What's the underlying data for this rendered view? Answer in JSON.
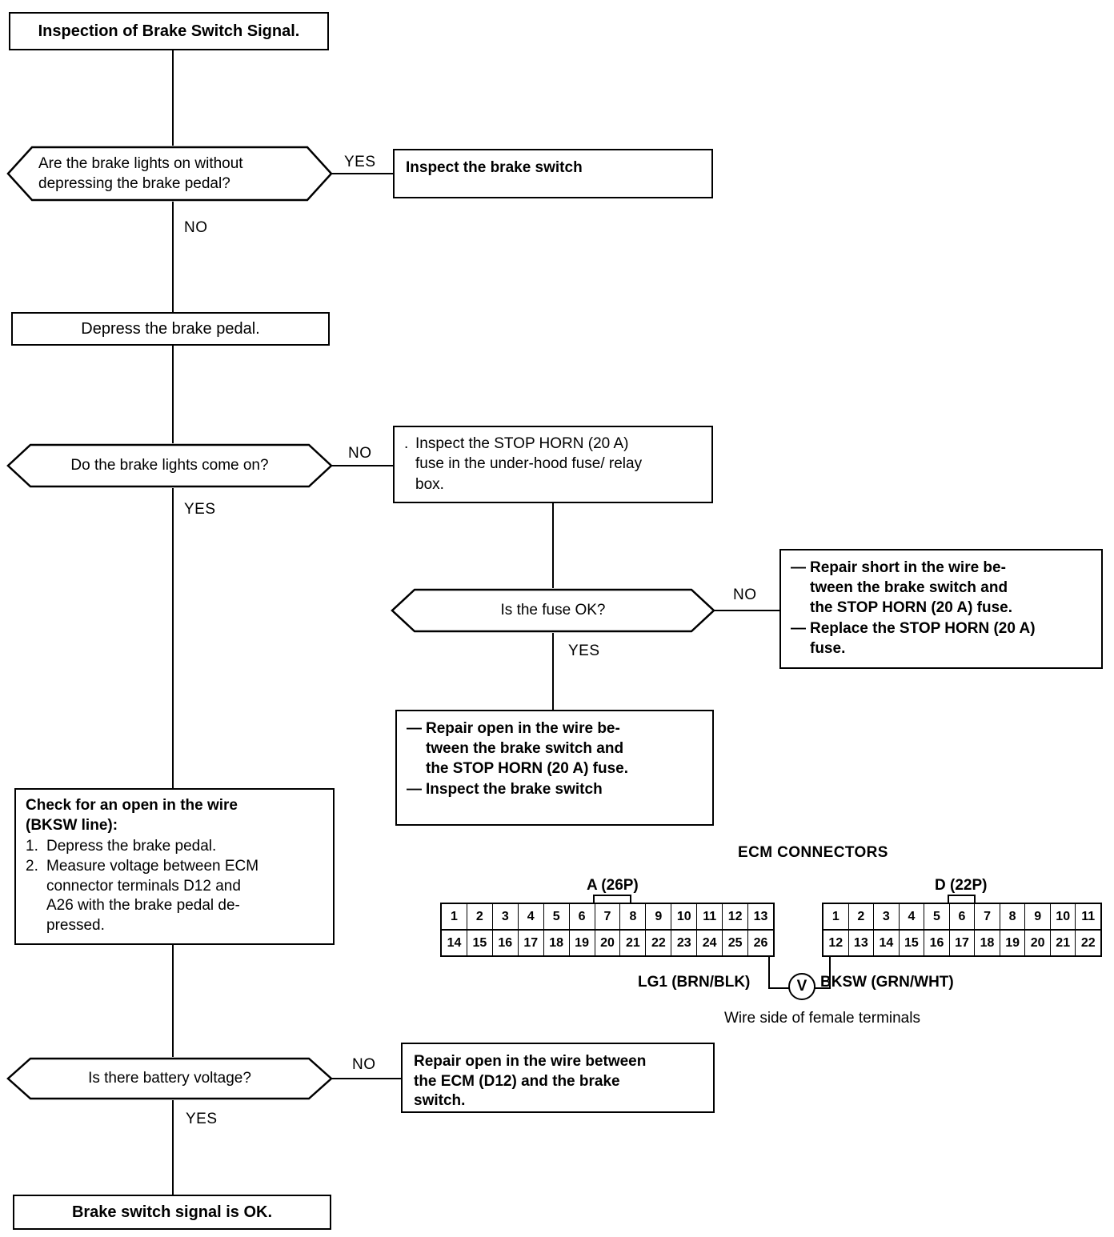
{
  "diagram": {
    "type": "flowchart",
    "title": "Inspection of Brake Switch Signal.",
    "nodes": {
      "start": {
        "label": "Inspection of Brake Switch Signal."
      },
      "q1": {
        "label": "Are the brake lights on without\ndepressing the brake pedal?"
      },
      "q1_yes_action": {
        "label": "Inspect the brake switch"
      },
      "action_depress": {
        "label": "Depress the brake pedal."
      },
      "q2": {
        "label": "Do the brake lights come on?"
      },
      "q2_no_action": {
        "bullet": ".",
        "label": "Inspect the STOP HORN (20 A)\nfuse in the under-hood fuse/ relay\nbox."
      },
      "q3": {
        "label": "Is the fuse OK?"
      },
      "q3_no_action": {
        "items": [
          "Repair short in the wire be-\ntween the brake switch and\nthe STOP HORN (20 A) fuse.",
          "Replace the STOP HORN (20 A)\nfuse."
        ]
      },
      "q3_yes_action": {
        "items": [
          "Repair open in the wire be-\ntween the brake switch and\nthe STOP HORN (20 A) fuse.",
          "Inspect the brake switch"
        ]
      },
      "check_open": {
        "heading": "Check for an open in the wire\n(BKSW line):",
        "steps": [
          {
            "num": "1.",
            "text": "Depress the brake pedal."
          },
          {
            "num": "2.",
            "text": "Measure voltage between ECM\nconnector terminals D12 and\nA26 with the brake pedal de-\npressed."
          }
        ]
      },
      "q4": {
        "label": "Is there battery voltage?"
      },
      "q4_no_action": {
        "label": "Repair open in the wire between\nthe ECM (D12) and the brake\nswitch."
      },
      "end": {
        "label": "Brake switch signal is OK."
      }
    },
    "branch_labels": {
      "q1_yes": "YES",
      "q1_no": "NO",
      "q2_no": "NO",
      "q2_yes": "YES",
      "q3_no": "NO",
      "q3_yes": "YES",
      "q4_no": "NO",
      "q4_yes": "YES"
    }
  },
  "ecm": {
    "title": "ECM CONNECTORS",
    "connector_a": {
      "label": "A (26P)",
      "row_top": [
        "1",
        "2",
        "3",
        "4",
        "5",
        "6",
        "7",
        "8",
        "9",
        "10",
        "11",
        "12",
        "13"
      ],
      "row_bottom": [
        "14",
        "15",
        "16",
        "17",
        "18",
        "19",
        "20",
        "21",
        "22",
        "23",
        "24",
        "25",
        "26"
      ]
    },
    "connector_d": {
      "label": "D (22P)",
      "row_top": [
        "1",
        "2",
        "3",
        "4",
        "5",
        "6",
        "7",
        "8",
        "9",
        "10",
        "11"
      ],
      "row_bottom": [
        "12",
        "13",
        "14",
        "15",
        "16",
        "17",
        "18",
        "19",
        "20",
        "21",
        "22"
      ]
    },
    "wire_left": "LG1 (BRN/BLK)",
    "wire_right": "BKSW (GRN/WHT)",
    "meter_symbol": "V",
    "note": "Wire side of female terminals"
  }
}
